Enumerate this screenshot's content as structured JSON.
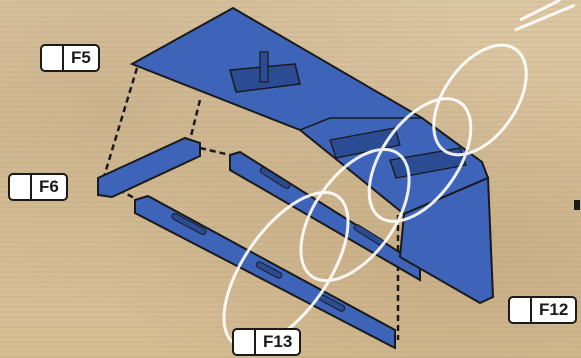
{
  "labels": {
    "f5": "F5",
    "f6": "F6",
    "f12": "F12",
    "f13": "F13"
  },
  "colors": {
    "part_blue": "#3d64b8",
    "part_blue_dark": "#2b4b92",
    "outline": "#1a1a1a",
    "background": "#d9c39d",
    "watermark": "#ffffff"
  }
}
